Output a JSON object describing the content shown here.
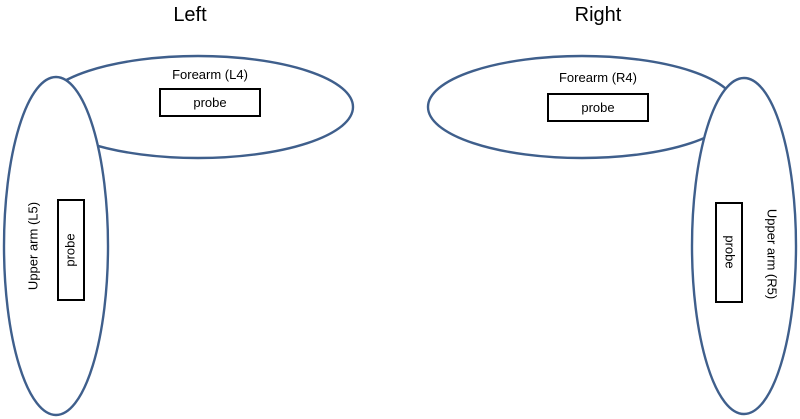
{
  "colors": {
    "outline": "#3f5f8c",
    "probe_border": "#000000",
    "text": "#000000",
    "background": "#ffffff"
  },
  "left": {
    "heading": "Left",
    "forearm_label": "Forearm (L4)",
    "forearm_probe": "probe",
    "upper_arm_label": "Upper arm (L5)",
    "upper_arm_probe": "probe"
  },
  "right": {
    "heading": "Right",
    "forearm_label": "Forearm (R4)",
    "forearm_probe": "probe",
    "upper_arm_label": "Upper arm (R5)",
    "upper_arm_probe": "probe"
  }
}
